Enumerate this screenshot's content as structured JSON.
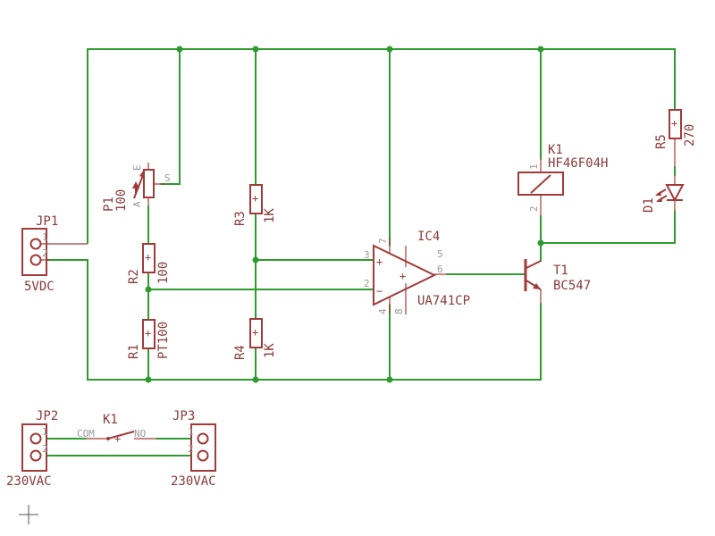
{
  "colors": {
    "wire": "#2e9b2e",
    "part": "#a23a3a",
    "label": "#8a3a3a",
    "pin": "#9a9a9a"
  },
  "parts": {
    "jp1": {
      "name": "JP1",
      "value": "5VDC",
      "pin1": "1",
      "pin2": "2"
    },
    "jp2": {
      "name": "JP2",
      "value": "230VAC",
      "pin1": "1",
      "pin2": "2"
    },
    "jp3": {
      "name": "JP3",
      "value": "230VAC",
      "pin1": "1",
      "pin2": "2"
    },
    "p1": {
      "name": "P1",
      "value": "100",
      "pin_e": "E",
      "pin_a": "A",
      "pin_s": "S"
    },
    "r1": {
      "name": "R1",
      "value": "PT100"
    },
    "r2": {
      "name": "R2",
      "value": "100"
    },
    "r3": {
      "name": "R3",
      "value": "1K"
    },
    "r4": {
      "name": "R4",
      "value": "1K"
    },
    "r5": {
      "name": "R5",
      "value": "270"
    },
    "ic4": {
      "name": "IC4",
      "value": "UA741CP",
      "pin3": "3",
      "pin2": "2",
      "pin6": "6",
      "pin7": "7",
      "pin4": "4",
      "pin5": "5",
      "pin8": "8",
      "plus": "+",
      "minus": "−",
      "center": "+"
    },
    "k1coil": {
      "name": "K1",
      "value": "HF46F04H",
      "pin1": "1",
      "pin2": "2"
    },
    "k1switch": {
      "name": "K1",
      "com": "COM",
      "no": "NO"
    },
    "t1": {
      "name": "T1",
      "value": "BC547"
    },
    "d1": {
      "name": "D1"
    }
  }
}
